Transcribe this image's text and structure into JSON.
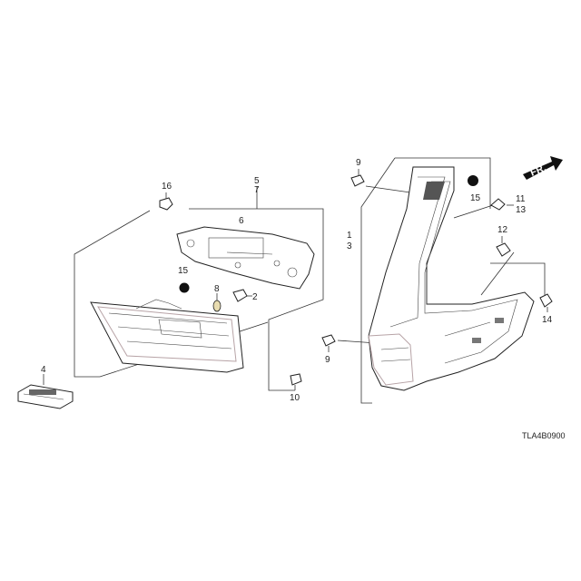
{
  "callouts": {
    "c1": "1",
    "c3": "3",
    "c5": "5",
    "c7": "7",
    "c6": "6",
    "c16": "16",
    "c15a": "15",
    "c15b": "15",
    "c8": "8",
    "c2": "2",
    "c4": "4",
    "c10": "10",
    "c9a": "9",
    "c9b": "9",
    "c11": "11",
    "c13": "13",
    "c12": "12",
    "c14": "14"
  },
  "direction_label": "FR.",
  "diagram_code": "TLA4B0900",
  "colors": {
    "line": "#333333",
    "lens": "#b7a3a6",
    "bulb": "#e8dcb0"
  }
}
